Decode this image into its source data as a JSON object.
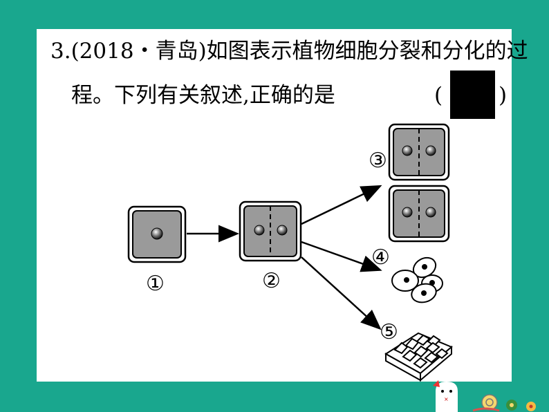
{
  "question": {
    "line1": "3.(2018・青岛)如图表示植物细胞分裂和分化的过",
    "line2": "程。下列有关叙述,正确的是",
    "paren_open": "(",
    "paren_close": ")"
  },
  "figure": {
    "labels": [
      "①",
      "②",
      "③",
      "④",
      "⑤"
    ]
  },
  "colors": {
    "background": "#19a78e",
    "paper": "#ffffff",
    "cell_fill": "#9a9a9a"
  }
}
